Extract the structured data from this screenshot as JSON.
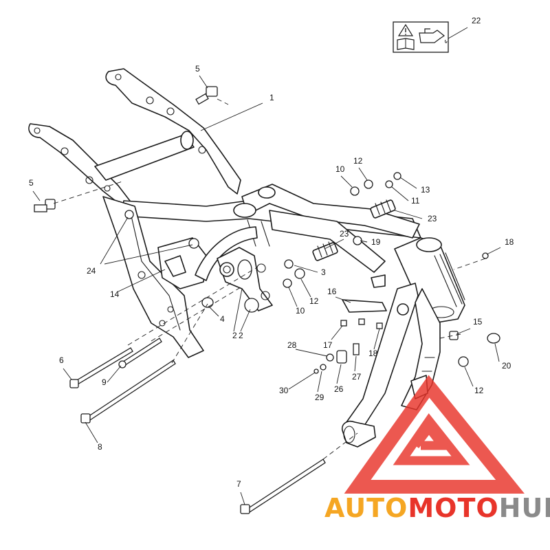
{
  "colors": {
    "line": "#1a1a1a",
    "watermark_red": "#e8342a",
    "watermark_orange": "#f5a623",
    "watermark_gray": "#8a8a8a"
  },
  "watermark": {
    "part1": "AUTO",
    "part2": "MOTO",
    "part3": "HUB"
  },
  "warning_icons": [
    "warning-triangle-icon",
    "manual-book-icon",
    "oil-can-icon"
  ],
  "callouts": [
    "1",
    "2",
    "2",
    "3",
    "4",
    "5",
    "5",
    "6",
    "7",
    "8",
    "9",
    "10",
    "10",
    "10",
    "11",
    "12",
    "12",
    "12",
    "12",
    "13",
    "14",
    "15",
    "16",
    "17",
    "18",
    "18",
    "19",
    "20",
    "22",
    "23",
    "23",
    "24",
    "26",
    "27",
    "28",
    "29",
    "30"
  ]
}
